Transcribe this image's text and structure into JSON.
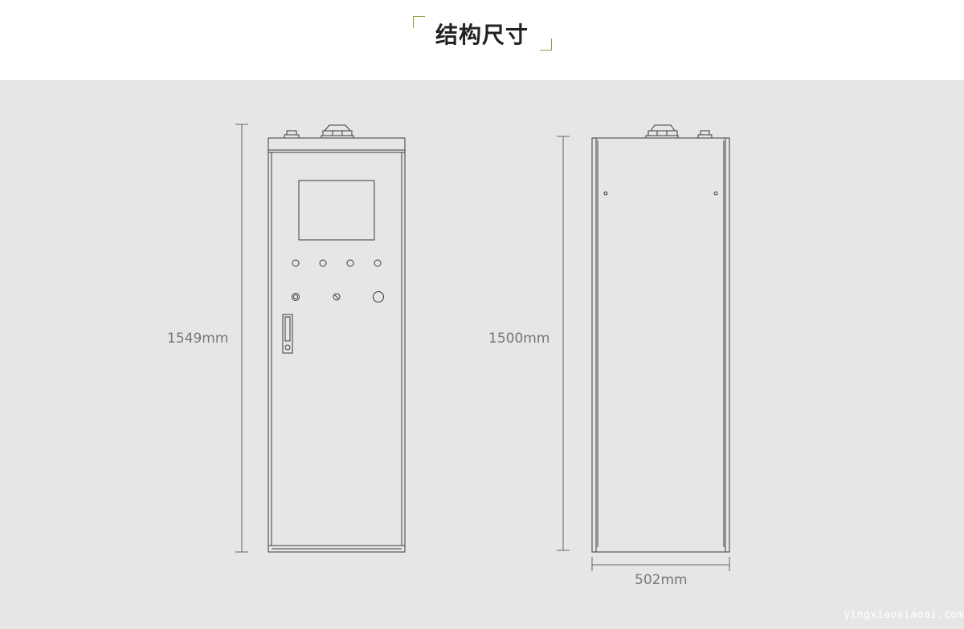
{
  "header": {
    "title": "结构尺寸"
  },
  "front_view": {
    "height_label": "1549mm"
  },
  "side_view": {
    "height_label": "1500mm",
    "width_label": "502mm"
  },
  "watermark": "yingxiaoxiaoai.com",
  "colors": {
    "accent": "#8aa03a",
    "panel_bg": "#e6e6e6",
    "line": "#3a3a3a",
    "dimension_text": "#777777"
  }
}
